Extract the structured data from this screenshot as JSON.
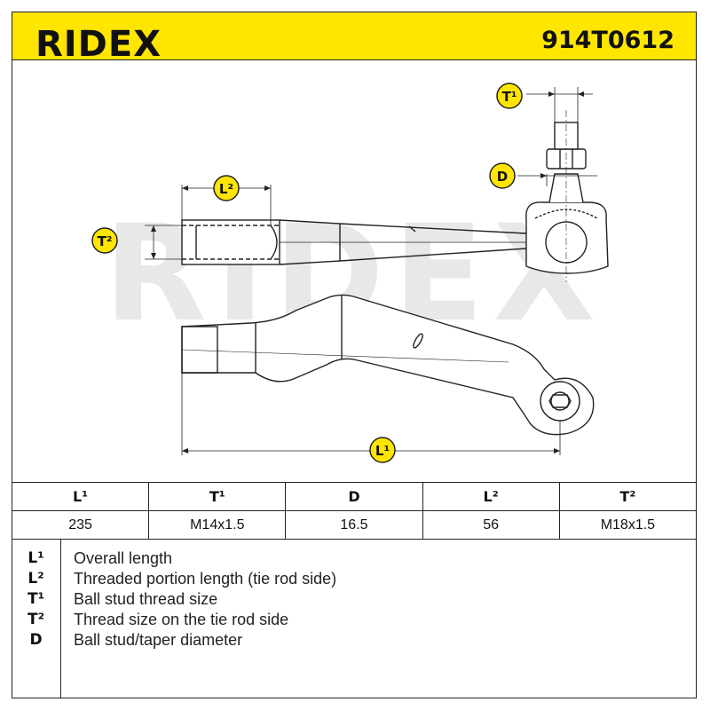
{
  "header": {
    "brand": "RIDEX",
    "part_number": "914T0612"
  },
  "drawing": {
    "labels": {
      "t1": "T¹",
      "d": "D",
      "l2": "L²",
      "t2": "T²",
      "l1": "L¹"
    },
    "watermark": "RIDEX"
  },
  "table": {
    "columns": [
      "L¹",
      "T¹",
      "D",
      "L²",
      "T²"
    ],
    "values": [
      "235",
      "M14x1.5",
      "16.5",
      "56",
      "M18x1.5"
    ]
  },
  "legend": [
    {
      "symbol": "L¹",
      "text": "Overall length"
    },
    {
      "symbol": "L²",
      "text": "Threaded portion length (tie rod side)"
    },
    {
      "symbol": "T¹",
      "text": "Ball stud thread size"
    },
    {
      "symbol": "T²",
      "text": "Thread size on the tie rod side"
    },
    {
      "symbol": "D",
      "text": "Ball stud/taper diameter"
    }
  ],
  "colors": {
    "header_bg": "#ffe600",
    "line": "#222222",
    "badge_bg": "#ffe600",
    "watermark": "#e6e6e6"
  }
}
